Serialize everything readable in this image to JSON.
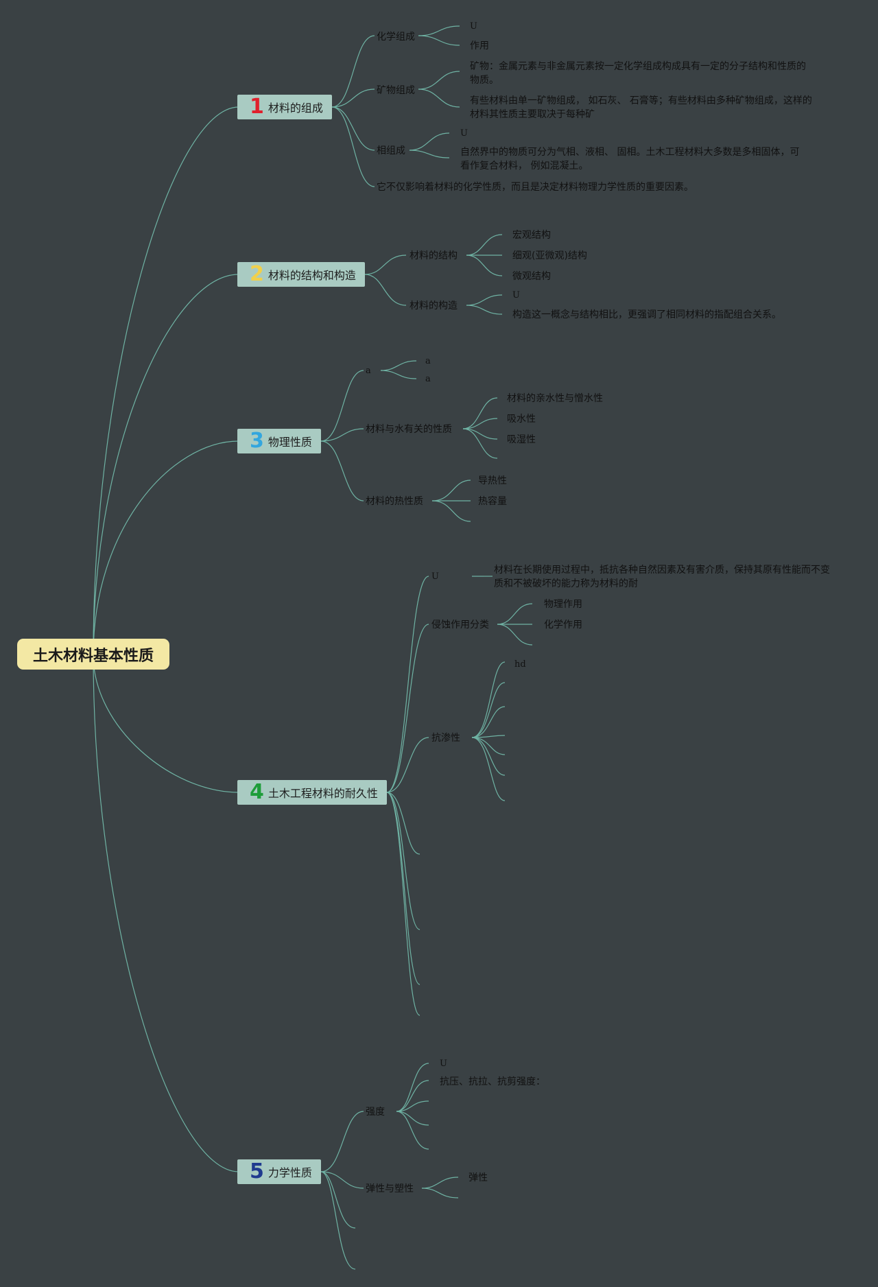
{
  "root": {
    "label": "土木材料基本性质"
  },
  "branches": [
    {
      "num": "1",
      "num_color": "#e0202c",
      "label": "材料的组成"
    },
    {
      "num": "2",
      "num_color": "#f1d04a",
      "label": "材料的结构和构造"
    },
    {
      "num": "3",
      "num_color": "#33a6de",
      "label": "物理性质"
    },
    {
      "num": "4",
      "num_color": "#1e9d3a",
      "label": "土木工程材料的耐久性"
    },
    {
      "num": "5",
      "num_color": "#1f3a8f",
      "label": "力学性质"
    }
  ],
  "b1": {
    "chem": "化学组成",
    "chem_u": "U",
    "chem_zuoyong": "作用",
    "mineral": "矿物组成",
    "mineral_def": "矿物：金属元素与非金属元素按一定化学组成构成具有一定的分子结构和性质的物质。",
    "mineral_note": "有些材料由单一矿物组成， 如石灰、 石膏等；有些材料由多种矿物组成，这样的材料其性质主要取决于每种矿",
    "phase": "相组成",
    "phase_u": "U",
    "phase_note": "自然界中的物质可分为气相、液相、 固相。土木工程材料大多数是多相固体，可看作复合材料， 例如混凝土。",
    "summary": "它不仅影响着材料的化学性质，而且是决定材料物理力学性质的重要因素。"
  },
  "b2": {
    "structure": "材料的结构",
    "macro": "宏观结构",
    "micro": "细观(亚微观)结构",
    "microscopic": "微观结构",
    "construct": "材料的构造",
    "construct_u": "U",
    "construct_note": "构造这一概念与结构相比，更强调了相同材料的指配组合关系。"
  },
  "b3": {
    "a": "a",
    "a1": "a",
    "a2": "a",
    "water": "材料与水有关的性质",
    "hydro": "材料的亲水性与憎水性",
    "absorb": "吸水性",
    "moist": "吸湿性",
    "thermal": "材料的热性质",
    "conduct": "导热性",
    "capacity": "热容量"
  },
  "b4": {
    "u": "U",
    "u_note": "材料在长期使用过程中，抵抗各种自然因素及有害介质，保持其原有性能而不变质和不被破坏的能力称为材料的耐",
    "erosion": "侵蚀作用分类",
    "physical": "物理作用",
    "chemical": "化学作用",
    "seepage": "抗渗性",
    "hd": "hd"
  },
  "b5": {
    "strength": "强度",
    "strength_u": "U",
    "strength_types": "抗压、抗拉、抗剪强度：",
    "elastic": "弹性与塑性",
    "elastic_item": "弹性"
  },
  "colors": {
    "background": "#3a4144",
    "connector": "#6fb3a4",
    "root_fill": "#f3e8a4",
    "branch_fill": "#a9cbc2"
  }
}
